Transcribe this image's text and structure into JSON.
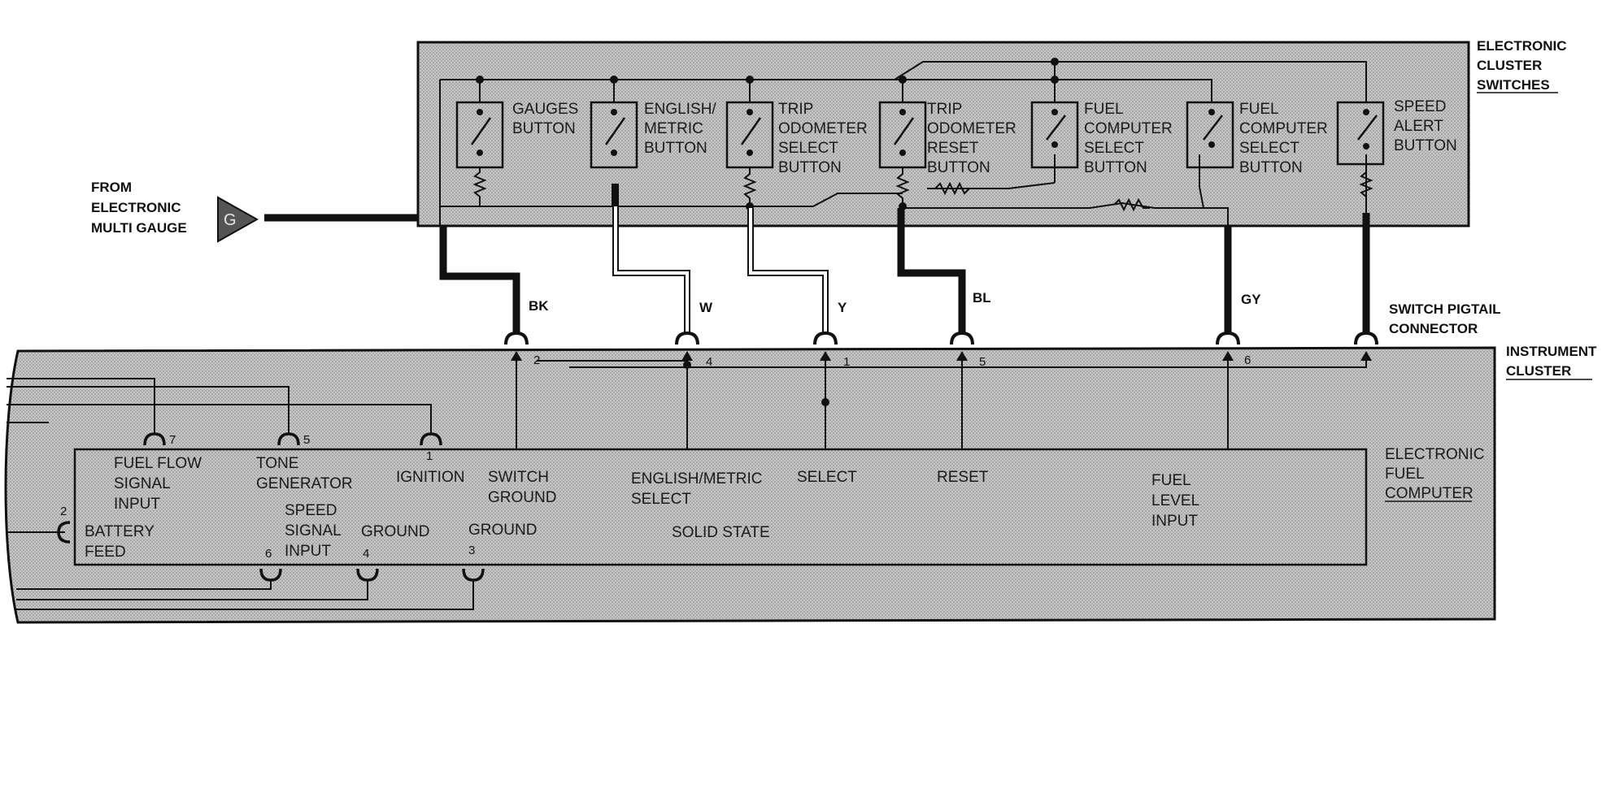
{
  "source": {
    "lines": [
      "FROM",
      "ELECTRONIC",
      "MULTI GAUGE"
    ],
    "connector_letter": "G"
  },
  "switch_panel": {
    "title_lines": [
      "ELECTRONIC",
      "CLUSTER",
      "SWITCHES"
    ],
    "switches": [
      {
        "lines": [
          "GAUGES",
          "BUTTON"
        ]
      },
      {
        "lines": [
          "ENGLISH/",
          "METRIC",
          "BUTTON"
        ]
      },
      {
        "lines": [
          "TRIP",
          "ODOMETER",
          "SELECT",
          "BUTTON"
        ]
      },
      {
        "lines": [
          "TRIP",
          "ODOMETER",
          "RESET",
          "BUTTON"
        ]
      },
      {
        "lines": [
          "FUEL",
          "COMPUTER",
          "SELECT",
          "BUTTON"
        ]
      },
      {
        "lines": [
          "FUEL",
          "COMPUTER",
          "SELECT",
          "BUTTON"
        ]
      },
      {
        "lines": [
          "SPEED",
          "ALERT",
          "BUTTON"
        ]
      }
    ]
  },
  "wires": {
    "bk": "BK",
    "w": "W",
    "y": "Y",
    "bl": "BL",
    "gy": "GY"
  },
  "pigtail": {
    "lines": [
      "SWITCH PIGTAIL",
      "CONNECTOR"
    ],
    "pins": {
      "bk": "2",
      "w": "4",
      "y": "1",
      "bl": "5",
      "gy": "6"
    }
  },
  "instrument_cluster": {
    "title_lines": [
      "INSTRUMENT",
      "CLUSTER"
    ]
  },
  "fuel_computer": {
    "title_lines": [
      "ELECTRONIC",
      "FUEL",
      "COMPUTER"
    ],
    "solid_state": "SOLID STATE",
    "left_pins": {
      "fuel_flow": "7",
      "tone": "5",
      "ignition": "1",
      "battery": "2",
      "speed": "6",
      "ground4": "4",
      "ground3": "3"
    },
    "inputs": {
      "fuel_flow": [
        "FUEL FLOW",
        "SIGNAL",
        "INPUT"
      ],
      "tone": [
        "TONE",
        "GENERATOR"
      ],
      "ignition": [
        "IGNITION"
      ],
      "switch_ground": [
        "SWITCH",
        "GROUND"
      ],
      "english_metric": [
        "ENGLISH/METRIC",
        "SELECT"
      ],
      "select": [
        "SELECT"
      ],
      "reset": [
        "RESET"
      ],
      "fuel_level": [
        "FUEL",
        "LEVEL",
        "INPUT"
      ],
      "battery": [
        "BATTERY",
        "FEED"
      ],
      "speed": [
        "SPEED",
        "SIGNAL",
        "INPUT"
      ],
      "ground4": [
        "GROUND"
      ],
      "ground3": [
        "GROUND"
      ]
    }
  },
  "colors": {
    "panel_fill": "#b9b9b9",
    "ink": "#111111",
    "background": "#ffffff"
  }
}
